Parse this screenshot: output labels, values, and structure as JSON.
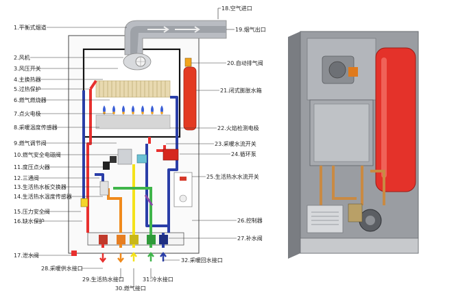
{
  "labels": [
    {
      "id": "l1",
      "text": "1.平衡式烟道"
    },
    {
      "id": "l2",
      "text": "2.风机"
    },
    {
      "id": "l3",
      "text": "3.风压开关"
    },
    {
      "id": "l4",
      "text": "4.主换热器"
    },
    {
      "id": "l5",
      "text": "5.过热保护"
    },
    {
      "id": "l6",
      "text": "6.燃气燃烧器"
    },
    {
      "id": "l7",
      "text": "7.点火电极"
    },
    {
      "id": "l8",
      "text": "8.采暖温度传感器"
    },
    {
      "id": "l9",
      "text": "9.燃气调节阀"
    },
    {
      "id": "l10",
      "text": "10.燃气安全电磁阀"
    },
    {
      "id": "l11",
      "text": "11.度压点火器"
    },
    {
      "id": "l12",
      "text": "12.三通阀"
    },
    {
      "id": "l13",
      "text": "13.生活热水板交换器"
    },
    {
      "id": "l14",
      "text": "14.生活热水温度传感器"
    },
    {
      "id": "l15",
      "text": "15.压力安全阀"
    },
    {
      "id": "l16",
      "text": "16.缺水保护"
    },
    {
      "id": "l17",
      "text": "17.泄水阀"
    },
    {
      "id": "l18",
      "text": "18.空气进口"
    },
    {
      "id": "l19",
      "text": "19.烟气出口"
    },
    {
      "id": "l20",
      "text": "20.自动排气阀"
    },
    {
      "id": "l21",
      "text": "21.闭式膨胀水箱"
    },
    {
      "id": "l22",
      "text": "22.火焰检测电极"
    },
    {
      "id": "l23",
      "text": "23.采暖水流开关"
    },
    {
      "id": "l24",
      "text": "24.循环泵"
    },
    {
      "id": "l25",
      "text": "25.生活热水水流开关"
    },
    {
      "id": "l26",
      "text": "26.控制器"
    },
    {
      "id": "l27",
      "text": "27.补水阀"
    },
    {
      "id": "l28",
      "text": "28.采暖供水接口"
    },
    {
      "id": "l29",
      "text": "29.生活热水接口"
    },
    {
      "id": "l30",
      "text": "30.燃气接口"
    },
    {
      "id": "l31",
      "text": "31.冷水接口"
    },
    {
      "id": "l32",
      "text": "32.采暖回水接口"
    }
  ],
  "colors": {
    "hot_heating": "#e8302e",
    "return_heating": "#2a3ea8",
    "domestic_hot": "#f08a1c",
    "gas": "#f4e21a",
    "cold_water": "#3fb54a",
    "duct": "#b9bcc2",
    "tank": "#e33a22"
  }
}
